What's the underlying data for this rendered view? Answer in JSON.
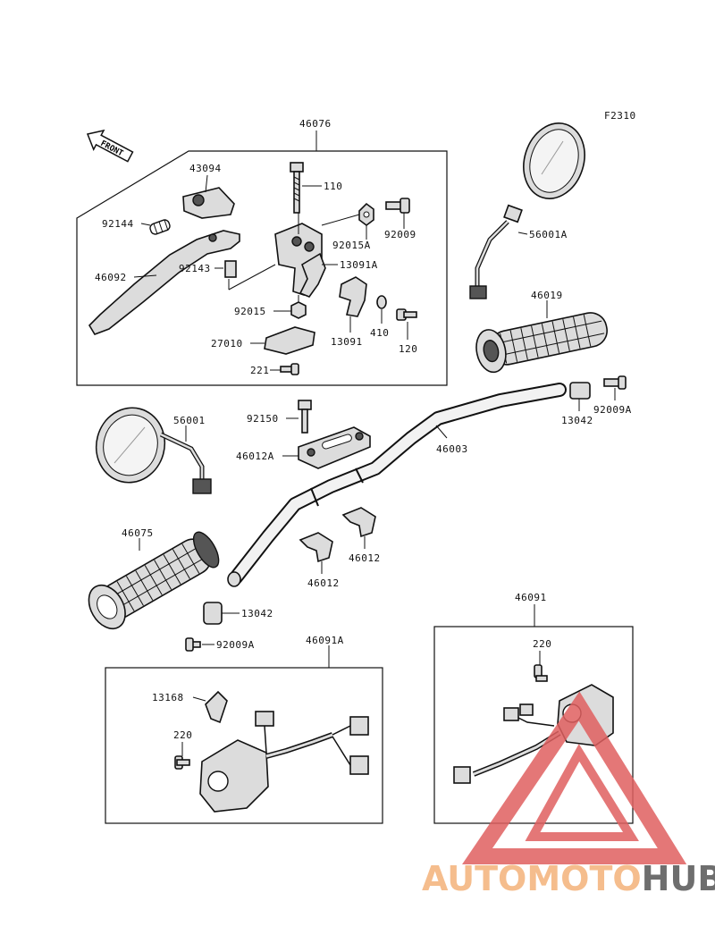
{
  "figure_code": "F2310",
  "front_label": "FRONT",
  "watermark": {
    "part1": "AUTOMOTO",
    "part2": "HUB",
    "color1": "#f4b27a",
    "color2": "#555555",
    "triangle_color": "#e06060"
  },
  "labels": {
    "l46076": "46076",
    "l43094": "43094",
    "l110": "110",
    "l92144": "92144",
    "l92015A": "92015A",
    "l92009": "92009",
    "l46092": "46092",
    "l92143": "92143",
    "l13091A": "13091A",
    "l92015": "92015",
    "l13091": "13091",
    "l410": "410",
    "l120": "120",
    "l27010": "27010",
    "l221": "221",
    "l56001A": "56001A",
    "l46019": "46019",
    "l13042a": "13042",
    "l92009Aa": "92009A",
    "l56001": "56001",
    "l92150": "92150",
    "l46012A": "46012A",
    "l46003": "46003",
    "l46075": "46075",
    "l46012a": "46012",
    "l46012b": "46012",
    "l13042b": "13042",
    "l92009Ab": "92009A",
    "l46091": "46091",
    "l46091A": "46091A",
    "l220a": "220",
    "l13168": "13168",
    "l220b": "220"
  }
}
